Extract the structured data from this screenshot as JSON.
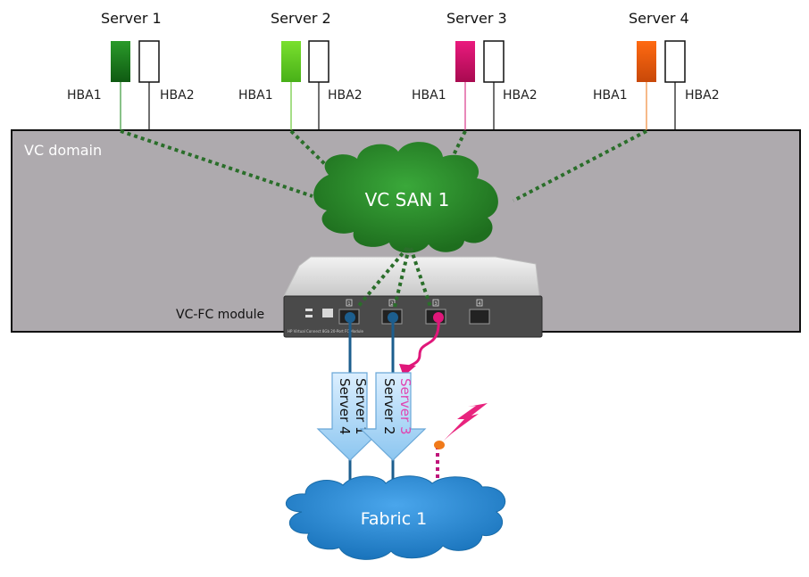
{
  "servers": [
    {
      "name": "Server 1",
      "hba1": "HBA1",
      "hba2": "HBA2",
      "color": "#1a7a1a"
    },
    {
      "name": "Server 2",
      "hba1": "HBA1",
      "hba2": "HBA2",
      "color": "#5ccf1e"
    },
    {
      "name": "Server 3",
      "hba1": "HBA1",
      "hba2": "HBA2",
      "color": "#d4106a"
    },
    {
      "name": "Server 4",
      "hba1": "HBA1",
      "hba2": "HBA2",
      "color": "#f05a0a"
    }
  ],
  "domain": {
    "label": "VC domain",
    "bg": "#aeaaae"
  },
  "vc_san": {
    "label": "VC SAN 1",
    "color": "#2f8a2a"
  },
  "module": {
    "label": "VC-FC module",
    "ports": [
      "1",
      "2",
      "3",
      "4"
    ],
    "caption": "HP Virtual Connect 8Gb 20-Port FC Module"
  },
  "arrows": [
    {
      "lines": [
        "Server 1",
        "Server 4"
      ],
      "highlight": []
    },
    {
      "lines": [
        "Server 3",
        "Server 2"
      ],
      "highlight": [
        "Server 3"
      ]
    }
  ],
  "fabric": {
    "label": "Fabric 1",
    "color": "#2a8ad4"
  },
  "colors": {
    "uplink": "#1c5e8e",
    "failover": "#e0177a",
    "san_link": "#2a6e2a"
  }
}
